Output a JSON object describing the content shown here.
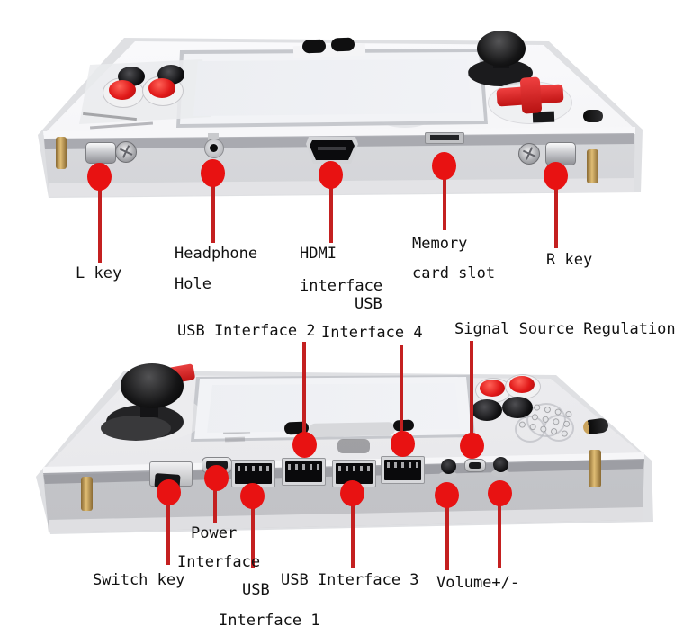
{
  "colors": {
    "background": "#ffffff",
    "marker_red": "#e81212",
    "line_red": "#c42020",
    "label_text": "#111111",
    "device_button_red": "#d42020"
  },
  "top_view": {
    "callouts": {
      "l_key": {
        "label": "L key"
      },
      "headphone": {
        "line1": "Headphone",
        "line2": "Hole"
      },
      "hdmi": {
        "line1": "HDMI",
        "line2": "interface"
      },
      "memory_card": {
        "line1": "Memory",
        "line2": "card slot"
      },
      "r_key": {
        "label": "R key"
      }
    }
  },
  "bottom_view": {
    "callouts": {
      "usb2": {
        "label": "USB Interface 2"
      },
      "usb4": {
        "line1": "USB",
        "line2": "Interface 4"
      },
      "signal": {
        "label": "Signal Source Regulation"
      },
      "switch_key": {
        "label": "Switch key"
      },
      "power": {
        "line1": "Power",
        "line2": "Interface"
      },
      "usb1": {
        "line1": "USB",
        "line2": "Interface 1"
      },
      "usb3": {
        "label": "USB Interface 3"
      },
      "volume": {
        "label": "Volume+/-"
      }
    }
  }
}
